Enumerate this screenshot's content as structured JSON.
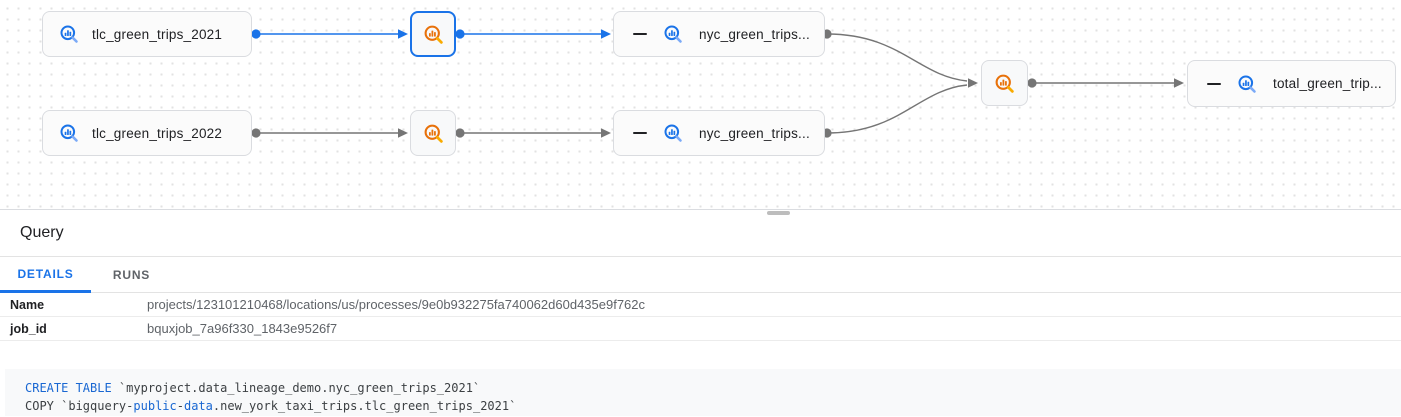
{
  "colors": {
    "accent_blue": "#1a73e8",
    "icon_blue": "#1a73e8",
    "icon_blue_light": "#7baaf7",
    "icon_orange": "#e8710a",
    "icon_orange_light": "#f9ab00",
    "edge_gray": "#757575",
    "keyword_blue": "#1967d2"
  },
  "graph": {
    "nodes": {
      "tlc_2021": {
        "label": "tlc_green_trips_2021",
        "type": "bigquery-table"
      },
      "tlc_2022": {
        "label": "tlc_green_trips_2022",
        "type": "bigquery-table"
      },
      "nyc_2021": {
        "label": "nyc_green_trips...",
        "type": "bigquery-table",
        "collapsible": true
      },
      "nyc_2022": {
        "label": "nyc_green_trips...",
        "type": "bigquery-table",
        "collapsible": true
      },
      "total": {
        "label": "total_green_trip...",
        "type": "bigquery-table",
        "collapsible": true
      }
    },
    "processes": [
      {
        "id": "process-2021",
        "type": "bigquery-job",
        "selected": true
      },
      {
        "id": "process-2022",
        "type": "bigquery-job",
        "selected": false
      },
      {
        "id": "process-union",
        "type": "bigquery-job",
        "selected": false
      }
    ]
  },
  "panel": {
    "title": "Query",
    "tabs": {
      "details": "DETAILS",
      "runs": "RUNS"
    },
    "rows": [
      {
        "label": "Name",
        "value": "projects/123101210468/locations/us/processes/9e0b932275fa740062d60d435e9f762c"
      },
      {
        "label": "job_id",
        "value": "bquxjob_7a96f330_1843e9526f7"
      }
    ]
  },
  "sql": {
    "line1": {
      "kw": "CREATE TABLE",
      "rest": " `myproject.data_lineage_demo.nyc_green_trips_2021`"
    },
    "line2": {
      "s1": "COPY `bigquery",
      "s2": "-",
      "s3": "public",
      "s4": "-",
      "s5": "data",
      "s6": ".new_york_taxi_trips.tlc_green_trips_2021`"
    }
  }
}
